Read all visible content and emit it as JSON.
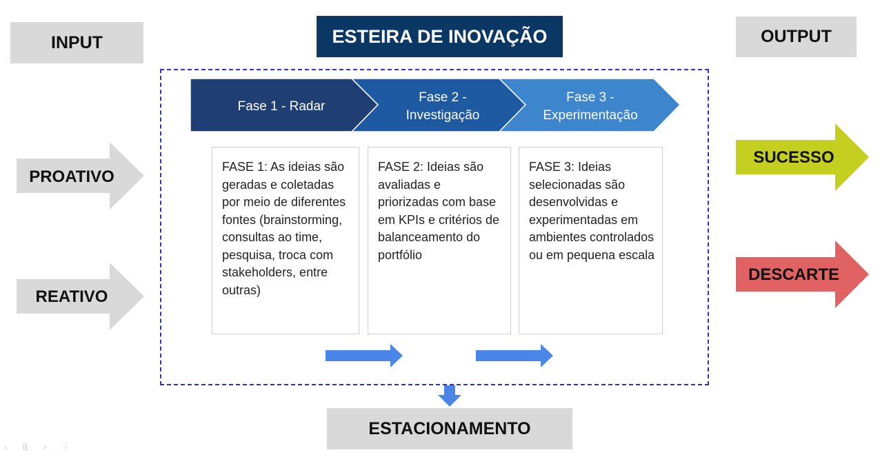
{
  "title": "ESTEIRA DE INOVAÇÃO",
  "input_label": "INPUT",
  "output_label": "OUTPUT",
  "inputs": [
    "PROATIVO",
    "REATIVO"
  ],
  "outputs": [
    {
      "label": "SUCESSO",
      "color": "#c4cf1f"
    },
    {
      "label": "DESCARTE",
      "color": "#e06262"
    }
  ],
  "phases": [
    {
      "header_lines": [
        "Fase 1 - Radar"
      ],
      "color": "#1f3f74",
      "description": "FASE 1: As ideias são geradas e coletadas por meio de diferentes fontes (brainstorming, consultas ao time, pesquisa, troca com stakeholders, entre outras)"
    },
    {
      "header_lines": [
        "Fase 2 -",
        "Investigação"
      ],
      "color": "#1d5aa1",
      "description": "FASE 2: Ideias são avaliadas e priorizadas com base em KPIs e critérios de balanceamento do portfólio"
    },
    {
      "header_lines": [
        "Fase 3 -",
        "Experimentação"
      ],
      "color": "#3d86cd",
      "description": "FASE 3: Ideias selecionadas são desenvolvidas e experimentadas em ambientes controlados ou em pequena escala"
    }
  ],
  "parking_label": "ESTACIONAMENTO",
  "colors": {
    "gray_box": "#d9d9d9",
    "title_bg": "#0b3764",
    "blue_arrow": "#4a86e8",
    "input_arrow": "#d9d9d9",
    "dashed_border": "#2a2fd6"
  },
  "pager": {
    "prev": "‹",
    "page": "8",
    "next": "›",
    "more": "⋮"
  }
}
